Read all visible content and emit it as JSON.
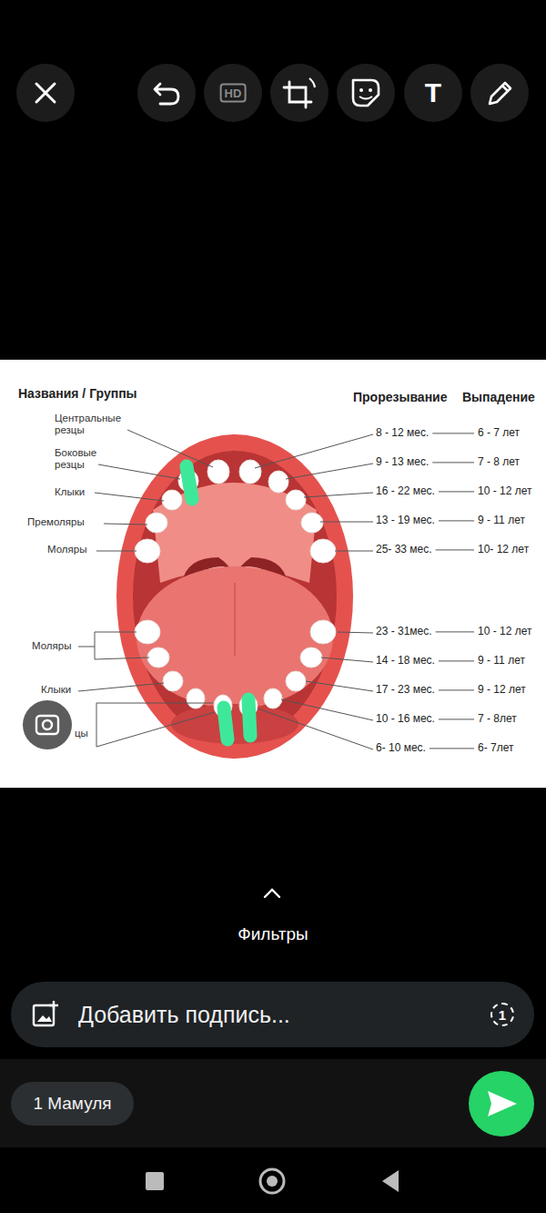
{
  "diagram": {
    "nodes": [
      {
        "text": [
          "HD"
        ]
      },
      {
        "text": [
          "T"
        ]
      },
      {
        "text": [
          "Добавить подпись...",
          "1"
        ]
      },
      {
        "text": [
          "1 Мамуля"
        ]
      }
    ],
    "labels": [
      "Названия / Группы",
      "Прорезывание",
      "Выпадение",
      "Центральные резцы",
      "Боковые резцы",
      "Клыки",
      "Премоляры",
      "Моляры",
      "8 - 12 мес.",
      "6 - 7 лет",
      "9 - 13 мес.",
      "7 - 8 лет",
      "16 - 22 мес.",
      "10 - 12 лет",
      "13 - 19 мес.",
      "9 - 11 лет",
      "25- 33 мес.",
      "10- 12 лет",
      "23 - 31мес.",
      "10 - 12 лет",
      "14 - 18 мес.",
      "9 - 11 лет",
      "17 - 23 мес.",
      "9 - 12 лет",
      "10 - 16 мес.",
      "7 - 8лет",
      "6- 10 мес.",
      "6- 7лет",
      "Моляры",
      "Клыки",
      "цы",
      "Фильтры"
    ]
  }
}
